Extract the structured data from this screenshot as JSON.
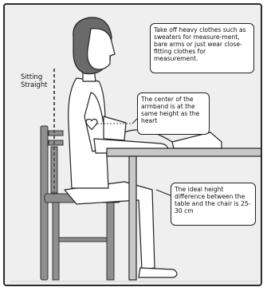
{
  "callouts": {
    "clothes": "Take off heavy clothes such as sweaters for measure-ment, bare arms or just wear close-fitting clothes for measurement.",
    "armband": "The center of the armband is at the same height as the heart",
    "height": "The ideal height difference between the table and the chair is 25-30 cm"
  },
  "labels": {
    "sitting_line1": "Sitting",
    "sitting_line2": "Straight"
  },
  "icons": {
    "heart": "heart-icon",
    "monitor": "blood-pressure-monitor-icon"
  },
  "colors": {
    "background": "#efefef",
    "outline": "#222222",
    "skin": "#ffffff",
    "hair": "#6a6a6a",
    "chair": "#8f8f8f",
    "table_top": "#c8c8c8",
    "guide_line": "#555555"
  }
}
